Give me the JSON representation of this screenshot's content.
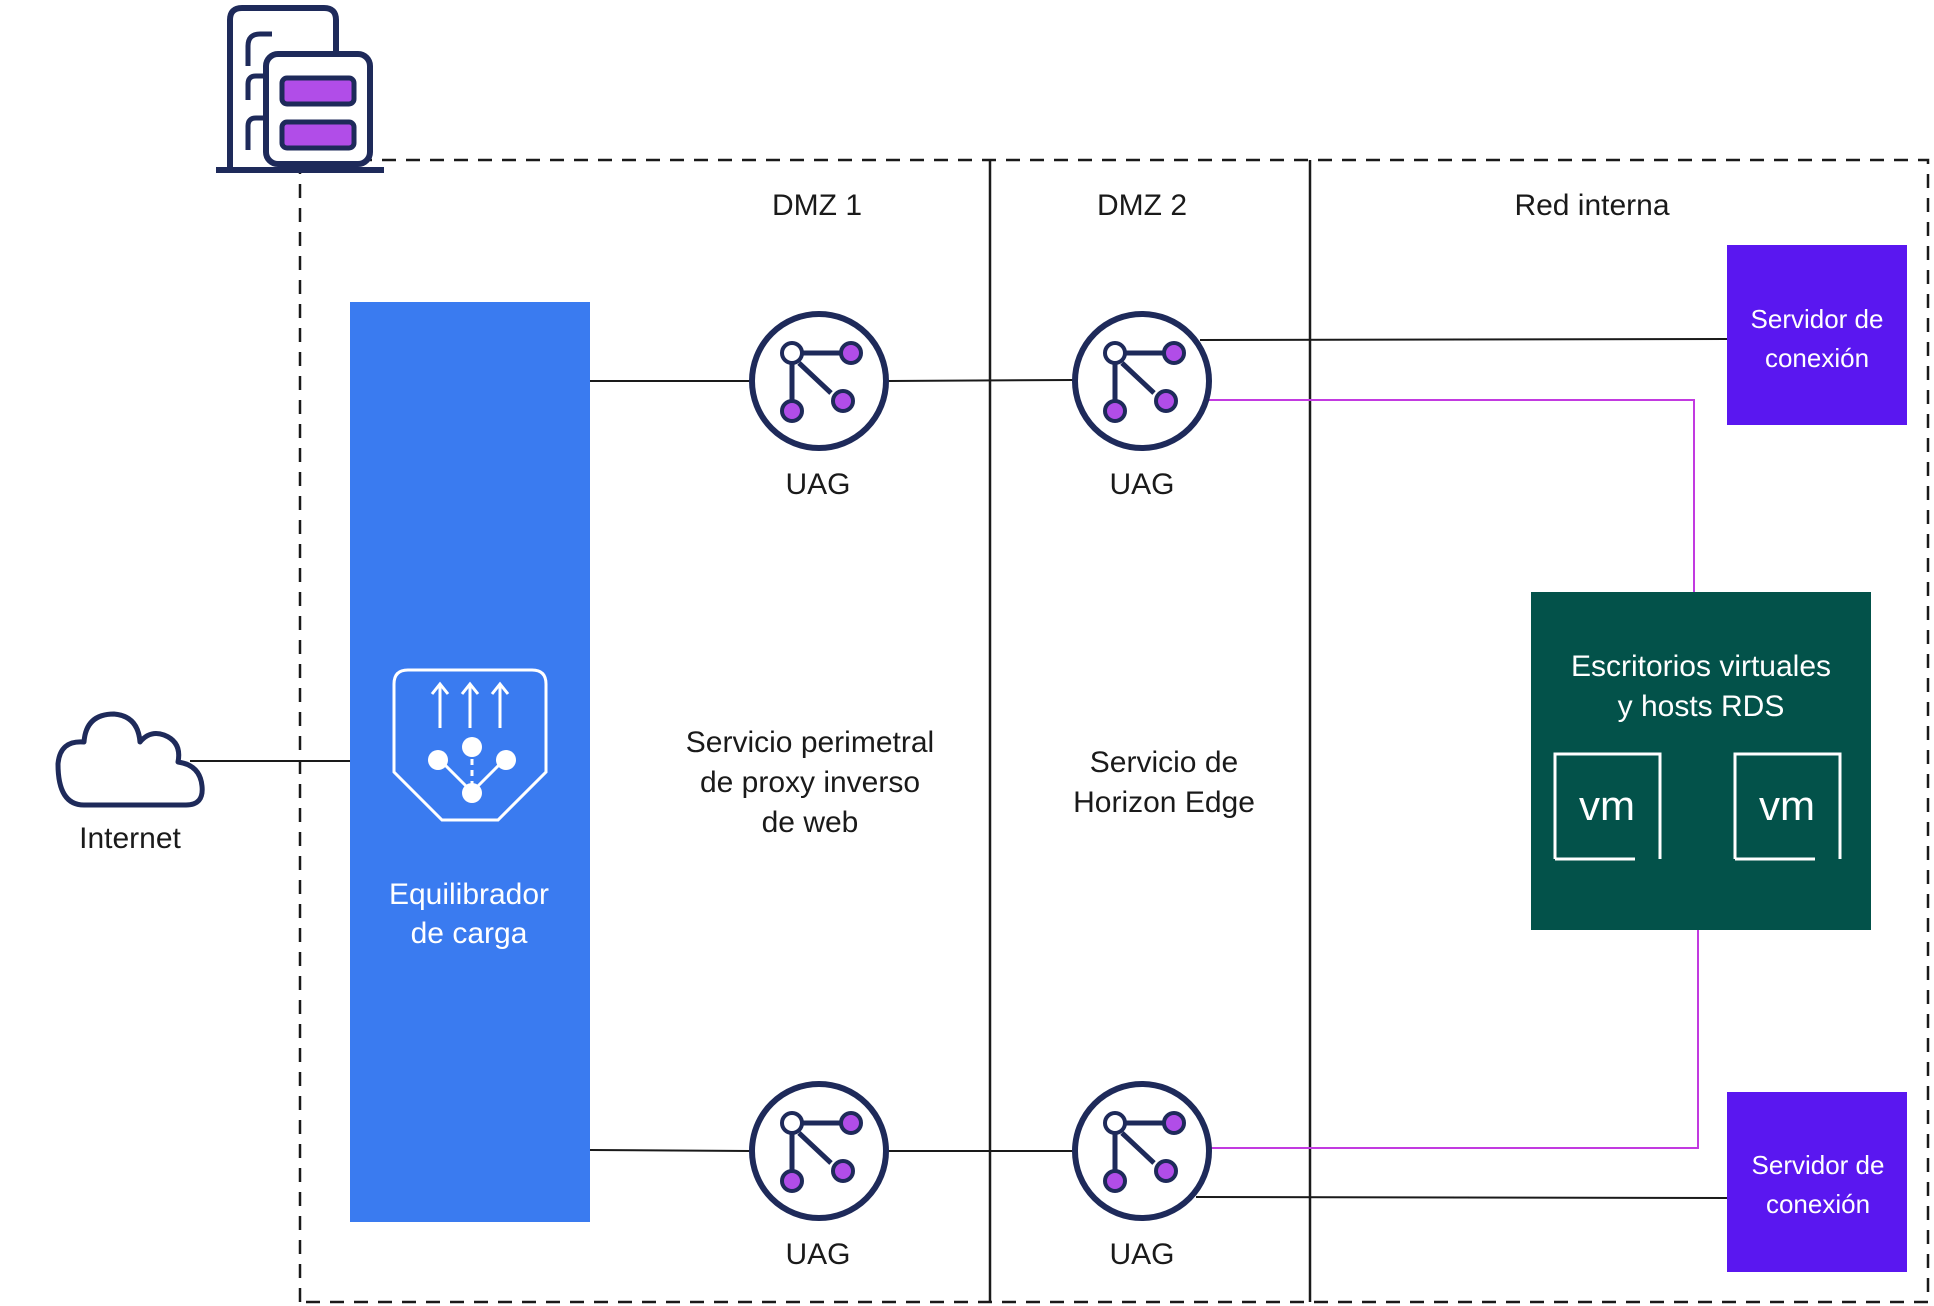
{
  "zones": {
    "dmz1": "DMZ 1",
    "dmz2": "DMZ 2",
    "internal": "Red interna"
  },
  "internet": {
    "label": "Internet",
    "icon": "cloud-icon"
  },
  "datacenter": {
    "icon": "datacenter-building-icon"
  },
  "load_balancer": {
    "line1": "Equilibrador",
    "line2": "de carga",
    "icon": "load-balancer-icon",
    "color": "#3a7bf0"
  },
  "uag": {
    "label": "UAG",
    "icon": "uag-network-icon",
    "accent": "#b14de8",
    "ring": "#1e2a5a"
  },
  "descriptions": {
    "dmz1": [
      "Servicio perimetral",
      "de proxy inverso",
      "de web"
    ],
    "dmz2": [
      "Servicio de",
      "Horizon Edge"
    ]
  },
  "connection_server": {
    "line1": "Servidor de",
    "line2": "conexión",
    "color": "#5a17f0"
  },
  "vdi": {
    "line1": "Escritorios virtuales",
    "line2": "y hosts RDS",
    "vm_label": "vm",
    "color": "#03524a"
  },
  "colors": {
    "link": "#1a1a1a",
    "tunnel": "#c23ae0"
  }
}
